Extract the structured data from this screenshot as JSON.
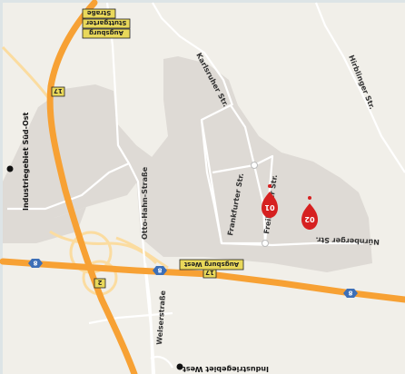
{
  "colors": {
    "land": "#f1efe9",
    "area": "#dedad5",
    "road_minor": "#ffffff",
    "motorway": "#f7a134",
    "secondary": "#fbdca0",
    "pin": "#d62020",
    "frame": "#dde4e6"
  },
  "streets": {
    "karlsruher": "Karlsruher Str.",
    "hirblinger": "Hirblinger Str.",
    "frankfurter": "Frankfurter Str.",
    "freiburger": "Freiburger Str.",
    "nuernberger": "Nürnberger Str.",
    "otto_hahn": "Otto-Hahn-Straße",
    "welser": "Welserstraße"
  },
  "places": {
    "sued_ost": "Industriegebiet Süd-Ost",
    "west": "Industriegebiet West"
  },
  "signs": {
    "top_badge_lines": [
      "Straße",
      "Stuttgarter",
      "Augsburg"
    ],
    "road_17_top": "17",
    "road_17_bottom": "17",
    "road_2": "2",
    "augsburg_west": "Augsburg West"
  },
  "highway_shields": {
    "left": "8",
    "middle": "8",
    "right": "8"
  },
  "markers": [
    {
      "name": "marker-01",
      "label": "01",
      "icon": "map-pin-icon"
    },
    {
      "name": "marker-02",
      "label": "02",
      "icon": "map-pin-icon"
    }
  ]
}
